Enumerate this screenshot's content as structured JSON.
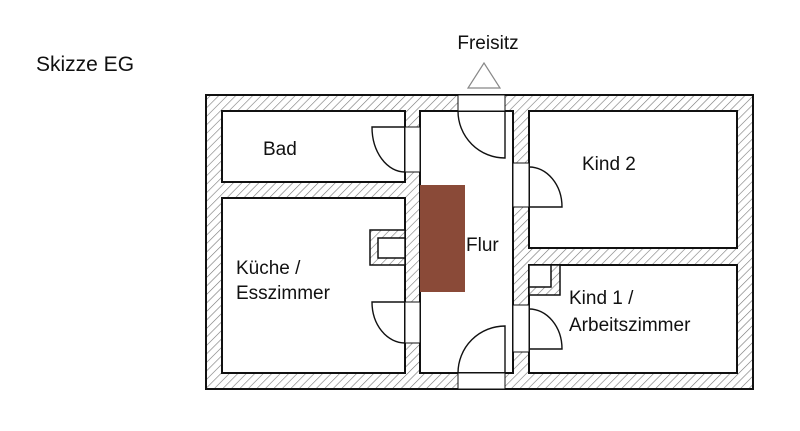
{
  "title": "Skizze EG",
  "outdoor_label": "Freisitz",
  "rooms": {
    "bad": "Bad",
    "kueche_line1": "Küche /",
    "kueche_line2": "Esszimmer",
    "flur": "Flur",
    "kind2": "Kind 2",
    "kind1_line1": "Kind 1 /",
    "kind1_line2": "Arbeitszimmer"
  },
  "colors": {
    "stair": "#8a4a38",
    "hatch": "#777777",
    "line": "#111111"
  }
}
